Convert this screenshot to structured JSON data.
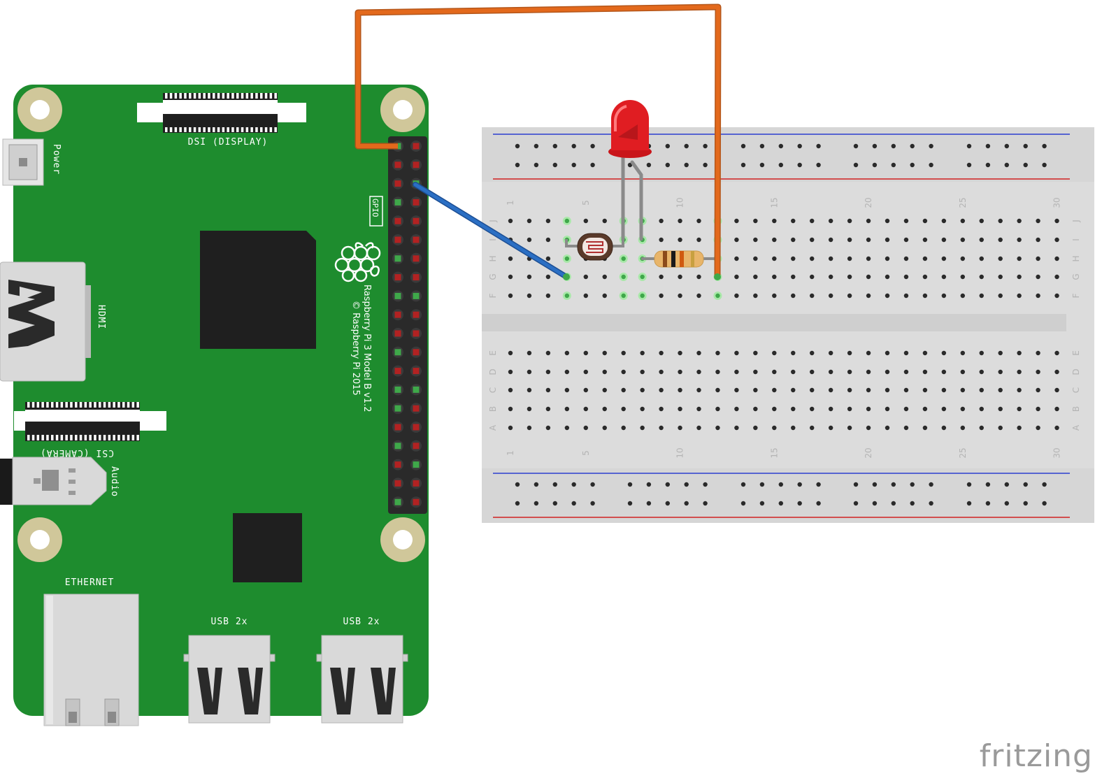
{
  "pi": {
    "power_label": "Power",
    "dsi_label": "DSI (DISPLAY)",
    "hdmi_label": "HDMI",
    "csi_label": "CSI (CAMERA)",
    "audio_label": "Audio",
    "gpio_label": "GPIO",
    "model_label": "Raspberry Pi 3 Model B v1.2",
    "copyright_label": "© Raspberry Pi 2015",
    "ethernet_label": "ETHERNET",
    "usb_label_1": "USB 2x",
    "usb_label_2": "USB 2x"
  },
  "breadboard": {
    "top_rows": [
      "J",
      "I",
      "H",
      "G",
      "F"
    ],
    "bottom_rows": [
      "E",
      "D",
      "C",
      "B",
      "A"
    ],
    "column_numbers": [
      "1",
      "5",
      "10",
      "15",
      "20",
      "25",
      "30"
    ],
    "highlight_columns": [
      4,
      7,
      8,
      12
    ]
  },
  "wires": [
    {
      "name": "orange-wire",
      "color": "#e3691c"
    },
    {
      "name": "blue-wire",
      "color": "#2b6fc4"
    }
  ],
  "colors": {
    "board_green": "#1e8c2e",
    "mount_hole": "#d0c79a",
    "pin_red": "#b22222",
    "pin_green": "#3fa84a",
    "led_red": "#e01d22",
    "rail_blue": "#2c3fcf",
    "rail_red": "#d02020",
    "breadboard": "#dcdcdc"
  },
  "watermark": "fritzing"
}
